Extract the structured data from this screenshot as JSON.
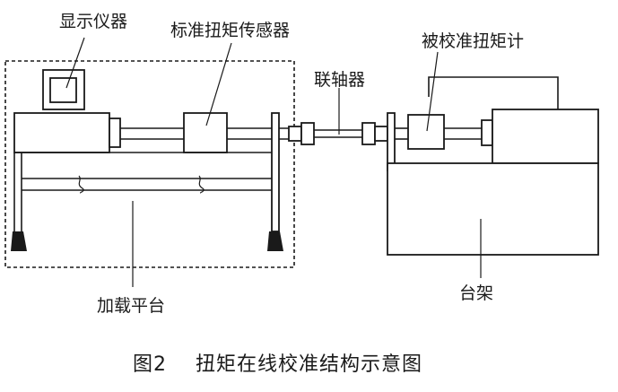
{
  "labels": {
    "display_instrument": "显示仪器",
    "standard_sensor": "标准扭矩传感器",
    "coupling": "联轴器",
    "calibrated_wrench": "被校准扭矩计",
    "loading_platform": "加载平台",
    "stand": "台架"
  },
  "caption": {
    "number": "图2",
    "title": "扭矩在线校准结构示意图"
  }
}
